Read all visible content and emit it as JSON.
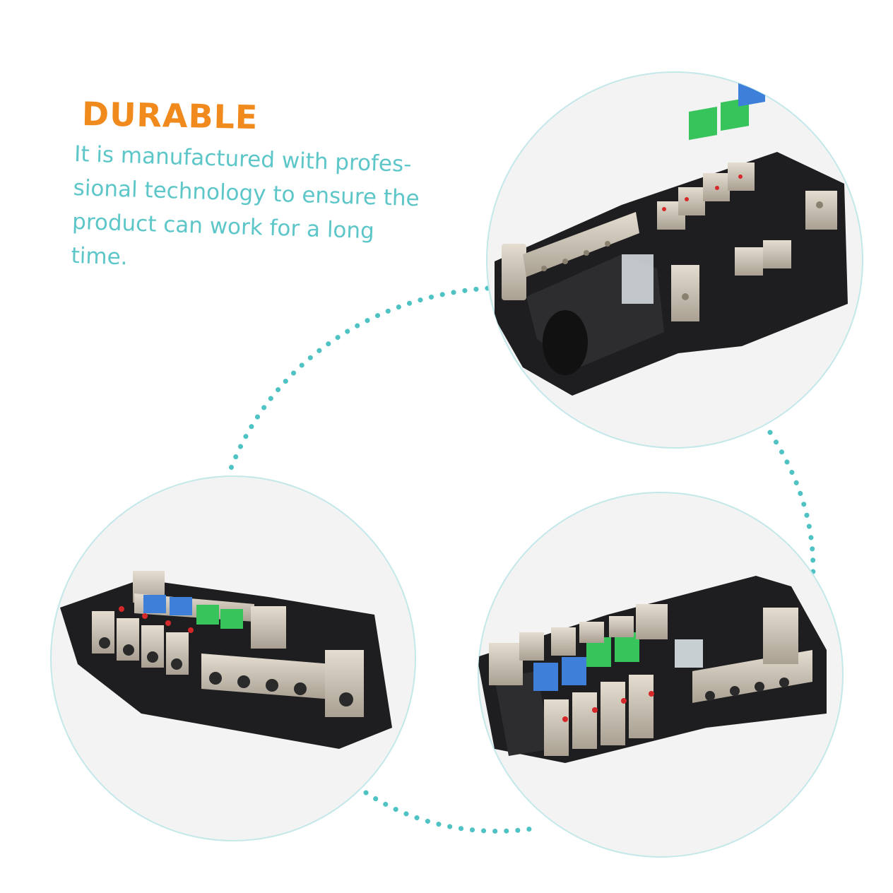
{
  "headline": "DURABLE",
  "description_lines": [
    "It is manufactured with profes-",
    "sional technology to ensure the",
    "product can work for a long",
    "time."
  ],
  "colors": {
    "headline": "#f08a1c",
    "body_text": "#5dc6c8",
    "dotted_path": "#4fc2c4",
    "circle_border": "#bfe7e8",
    "circle_fill": "#f2f2f2",
    "housing": "#1d1d1f",
    "metal": "#cbc3b5",
    "fuse_blue": "#3d7fd9",
    "fuse_green": "#37c45a",
    "led_red": "#d4282a"
  },
  "photos": [
    {
      "name": "top-right-view",
      "subject": "fuse-distribution-block"
    },
    {
      "name": "bottom-left-view",
      "subject": "fuse-distribution-block"
    },
    {
      "name": "bottom-right-view",
      "subject": "fuse-distribution-block"
    }
  ]
}
